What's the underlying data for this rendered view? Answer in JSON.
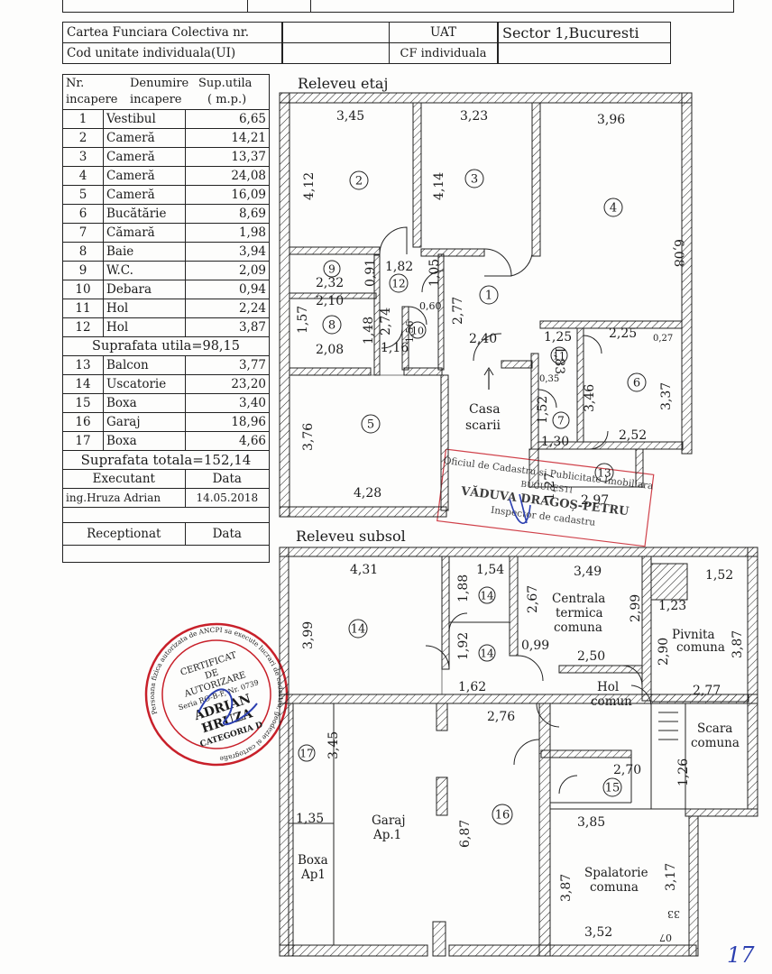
{
  "header": {
    "cf_colectiva_label": "Cartea Funciara Colectiva nr.",
    "uat_label": "UAT",
    "uat_value": "Sector 1,Bucuresti",
    "cod_ui_label": "Cod unitate individuala(UI)",
    "cf_individuala_label": "CF individuala"
  },
  "rooms_table": {
    "col_nr": "Nr.",
    "col_nr2": "incapere",
    "col_name": "Denumire",
    "col_name2": "incapere",
    "col_area": "Sup.utila",
    "col_area2": "( m.p.)",
    "rows_a": [
      {
        "nr": "1",
        "name": "Vestibul",
        "area": "6,65"
      },
      {
        "nr": "2",
        "name": "Cameră",
        "area": "14,21"
      },
      {
        "nr": "3",
        "name": "Cameră",
        "area": "13,37"
      },
      {
        "nr": "4",
        "name": "Cameră",
        "area": "24,08"
      },
      {
        "nr": "5",
        "name": "Cameră",
        "area": "16,09"
      },
      {
        "nr": "6",
        "name": "Bucătărie",
        "area": "8,69"
      },
      {
        "nr": "7",
        "name": "Cămară",
        "area": "1,98"
      },
      {
        "nr": "8",
        "name": "Baie",
        "area": "3,94"
      },
      {
        "nr": "9",
        "name": "W.C.",
        "area": "2,09"
      },
      {
        "nr": "10",
        "name": "Debara",
        "area": "0,94"
      },
      {
        "nr": "11",
        "name": "Hol",
        "area": "2,24"
      },
      {
        "nr": "12",
        "name": "Hol",
        "area": "3,87"
      }
    ],
    "suprafata_utila": "Suprafata utila=98,15",
    "rows_b": [
      {
        "nr": "13",
        "name": "Balcon",
        "area": "3,77"
      },
      {
        "nr": "14",
        "name": "Uscatorie",
        "area": "23,20"
      },
      {
        "nr": "15",
        "name": "Boxa",
        "area": "3,40"
      },
      {
        "nr": "16",
        "name": "Garaj",
        "area": "18,96"
      },
      {
        "nr": "17",
        "name": "Boxa",
        "area": "4,66"
      }
    ],
    "suprafata_totala": "Suprafata totala=152,14",
    "executant_label": "Executant",
    "data_label": "Data",
    "executant_name": "ing.Hruza Adrian",
    "executant_date": "14.05.2018",
    "receptionat_label": "Receptionat",
    "data_label2": "Data"
  },
  "stamp": {
    "lines": [
      "CERTIFICAT",
      "DE",
      "AUTORIZARE",
      "Seria RO-B-F, Nr. 0739",
      "ADRIAN",
      "HRUZA",
      "CATEGORIA D"
    ],
    "ring": "Persoana fizica autorizata de ANCPI sa execute lucrari de cadastru, geodezie si cartografie"
  },
  "inspector_stamp": {
    "line1": "Oficiul de Cadastru si Publicitate Imobiliara",
    "line2": "BUCURESTI",
    "line3": "VĂDUVA DRAGOȘ-PETRU",
    "line4": "Inspector de cadastru"
  },
  "page_number": "17",
  "plan_etaj": {
    "title": "Releveu etaj",
    "labels": {
      "casa": "Casa",
      "scarii": "scarii"
    },
    "dims": [
      "3,45",
      "3,23",
      "3,96",
      "4,12",
      "4,14",
      "6,08",
      "1,82",
      "1,05",
      "2,32",
      "2,10",
      "0,91",
      "2,77",
      "1,57",
      "1,48",
      "2,74",
      "0,60",
      "1,56",
      "2,08",
      "1,16",
      "2,40",
      "1,25",
      "2,25",
      "0,27",
      "1,83",
      "0,35",
      "3,46",
      "3,37",
      "1,52",
      "1,30",
      "2,52",
      "3,76",
      "4,28",
      "1,27",
      "2,97"
    ],
    "room_ids": [
      "1",
      "2",
      "3",
      "4",
      "5",
      "6",
      "7",
      "8",
      "9",
      "10",
      "11",
      "12",
      "13"
    ]
  },
  "plan_subsol": {
    "title": "Releveu subsol",
    "labels": {
      "centrala": [
        "Centrala",
        "termica",
        "comuna"
      ],
      "pivnita": [
        "Pivnita",
        "comuna"
      ],
      "hol": [
        "Hol",
        "comun"
      ],
      "scara": [
        "Scara",
        "comuna"
      ],
      "garaj": [
        "Garaj",
        "Ap.1"
      ],
      "boxa": [
        "Boxa",
        "Ap1"
      ],
      "spalatorie": [
        "Spalatorie",
        "comuna"
      ]
    },
    "dims": [
      "4,31",
      "1,54",
      "3,49",
      "1,52",
      "3,99",
      "1,88",
      "2,67",
      "2,99",
      "1,23",
      "3,87",
      "1,92",
      "0,99",
      "2,50",
      "2,90",
      "1,62",
      "2,77",
      "2,76",
      "3,45",
      "2,70",
      "1,26",
      "1,35",
      "6,87",
      "3,85",
      "3,17",
      "3,87",
      "3,52",
      "33",
      "07"
    ],
    "room_ids": [
      "14",
      "14",
      "14",
      "15",
      "16",
      "17"
    ]
  },
  "colors": {
    "ink": "#1c1c1c",
    "stamp_red": "#c8202a",
    "pen_blue": "#2b3fb0"
  }
}
